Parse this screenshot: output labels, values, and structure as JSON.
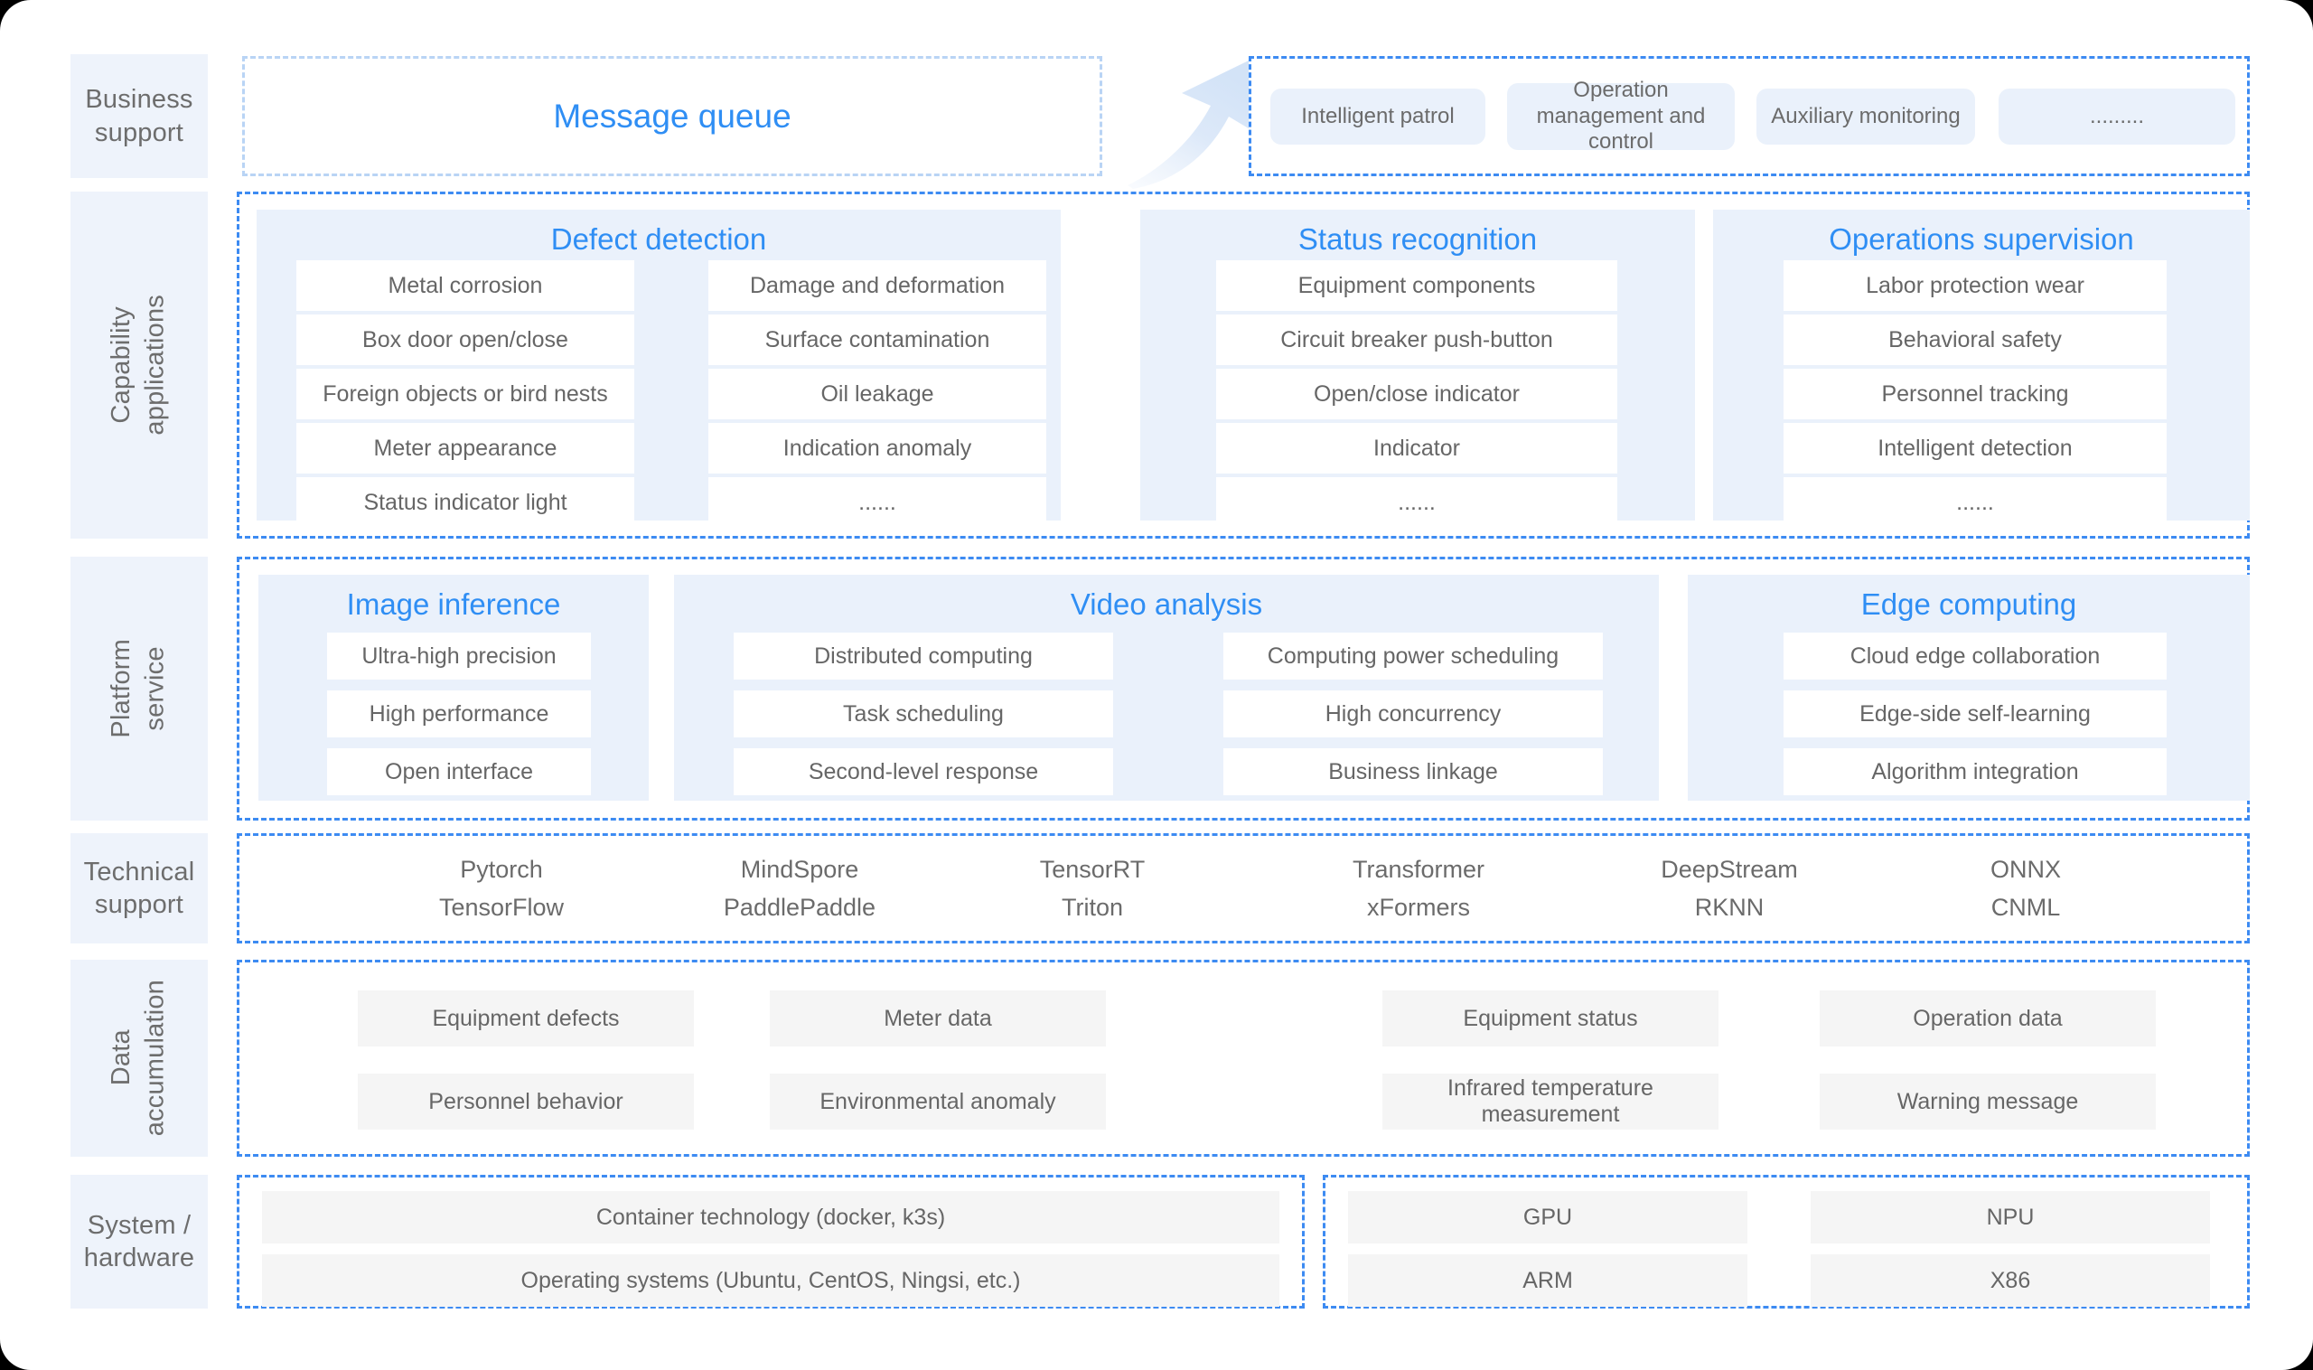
{
  "rows": {
    "business_support": {
      "label": "Business\nsupport",
      "message_queue": "Message queue",
      "arrow_icon": "curved-arrow-up-right",
      "tags": [
        "Intelligent patrol",
        "Operation management and control",
        "Auxiliary monitoring",
        "........."
      ]
    },
    "capability_applications": {
      "label": "Capability\napplications",
      "groups": [
        {
          "title": "Defect detection",
          "columns": [
            [
              "Metal corrosion",
              "Box door open/close",
              "Foreign objects or bird nests",
              "Meter appearance",
              "Status indicator light"
            ],
            [
              "Damage and deformation",
              "Surface contamination",
              "Oil leakage",
              "Indication anomaly",
              "......"
            ]
          ]
        },
        {
          "title": "Status recognition",
          "columns": [
            [
              "Equipment components",
              "Circuit breaker push-button",
              "Open/close indicator",
              "Indicator",
              "......"
            ]
          ]
        },
        {
          "title": "Operations supervision",
          "columns": [
            [
              "Labor protection wear",
              "Behavioral safety",
              "Personnel tracking",
              "Intelligent detection",
              "......"
            ]
          ]
        }
      ]
    },
    "platform_service": {
      "label": "Platform\nservice",
      "groups": [
        {
          "title": "Image inference",
          "columns": [
            [
              "Ultra-high precision",
              "High performance",
              "Open interface"
            ]
          ]
        },
        {
          "title": "Video analysis",
          "columns": [
            [
              "Distributed computing",
              "Task scheduling",
              "Second-level response"
            ],
            [
              "Computing power scheduling",
              "High concurrency",
              "Business linkage"
            ]
          ]
        },
        {
          "title": "Edge computing",
          "columns": [
            [
              "Cloud edge collaboration",
              "Edge-side self-learning",
              "Algorithm integration"
            ]
          ]
        }
      ]
    },
    "technical_support": {
      "label": "Technical\nsupport",
      "items": [
        "Pytorch\nTensorFlow",
        "MindSpore\nPaddlePaddle",
        "TensorRT\nTriton",
        "Transformer\nxFormers",
        "DeepStream\nRKNN",
        "ONNX\nCNML"
      ]
    },
    "data_accumulation": {
      "label": "Data\naccumulation",
      "left_block": [
        [
          "Equipment defects",
          "Meter data"
        ],
        [
          "Personnel behavior",
          "Environmental anomaly"
        ]
      ],
      "right_block": [
        [
          "Equipment status",
          "Operation data"
        ],
        [
          "Infrared temperature measurement",
          "Warning message"
        ]
      ]
    },
    "system_hardware": {
      "label": "System /\nhardware",
      "left_block": [
        "Container technology (docker, k3s)",
        "Operating systems (Ubuntu, CentOS, Ningsi, etc.)"
      ],
      "right_block": [
        [
          "GPU",
          "NPU"
        ],
        [
          "ARM",
          "X86"
        ]
      ]
    }
  },
  "colors": {
    "accent_blue": "#2f8ef4",
    "dashed_border": "#3d8bf2",
    "dashed_border_pale": "#b9d4f5",
    "panel_blue": "#eaf1fb",
    "side_label_bg": "#eef3fb",
    "chip_white": "#ffffff",
    "chip_grey": "#f5f5f5",
    "text_grey": "#666666"
  }
}
